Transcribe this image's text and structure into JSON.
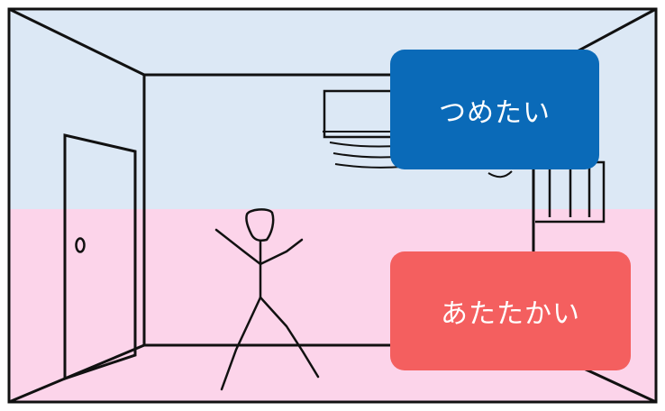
{
  "labels": {
    "cool": "つめたい",
    "warm": "あたたかい"
  },
  "colors": {
    "cool_zone": "#dce8f5",
    "warm_zone": "#fcd4ea",
    "cool_label": "#0a6ab8",
    "warm_label": "#f45f5f",
    "line": "#111111"
  },
  "icons": {
    "air_conditioner": "air-conditioner-icon",
    "person": "stick-figure-person",
    "door": "door-icon",
    "window": "window-icon"
  }
}
